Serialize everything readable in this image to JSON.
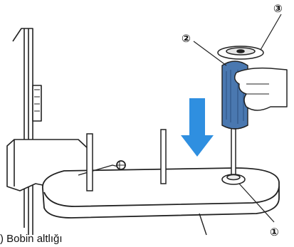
{
  "markers": {
    "m1": "①",
    "m2": "②",
    "m3": "③"
  },
  "caption": ") Bobin altlığı",
  "colors": {
    "arrow": "#2f8fe0",
    "spool": "#4a78b0",
    "spool_dark": "#2c4f80",
    "line": "#222222",
    "skin": "#ffffff"
  }
}
